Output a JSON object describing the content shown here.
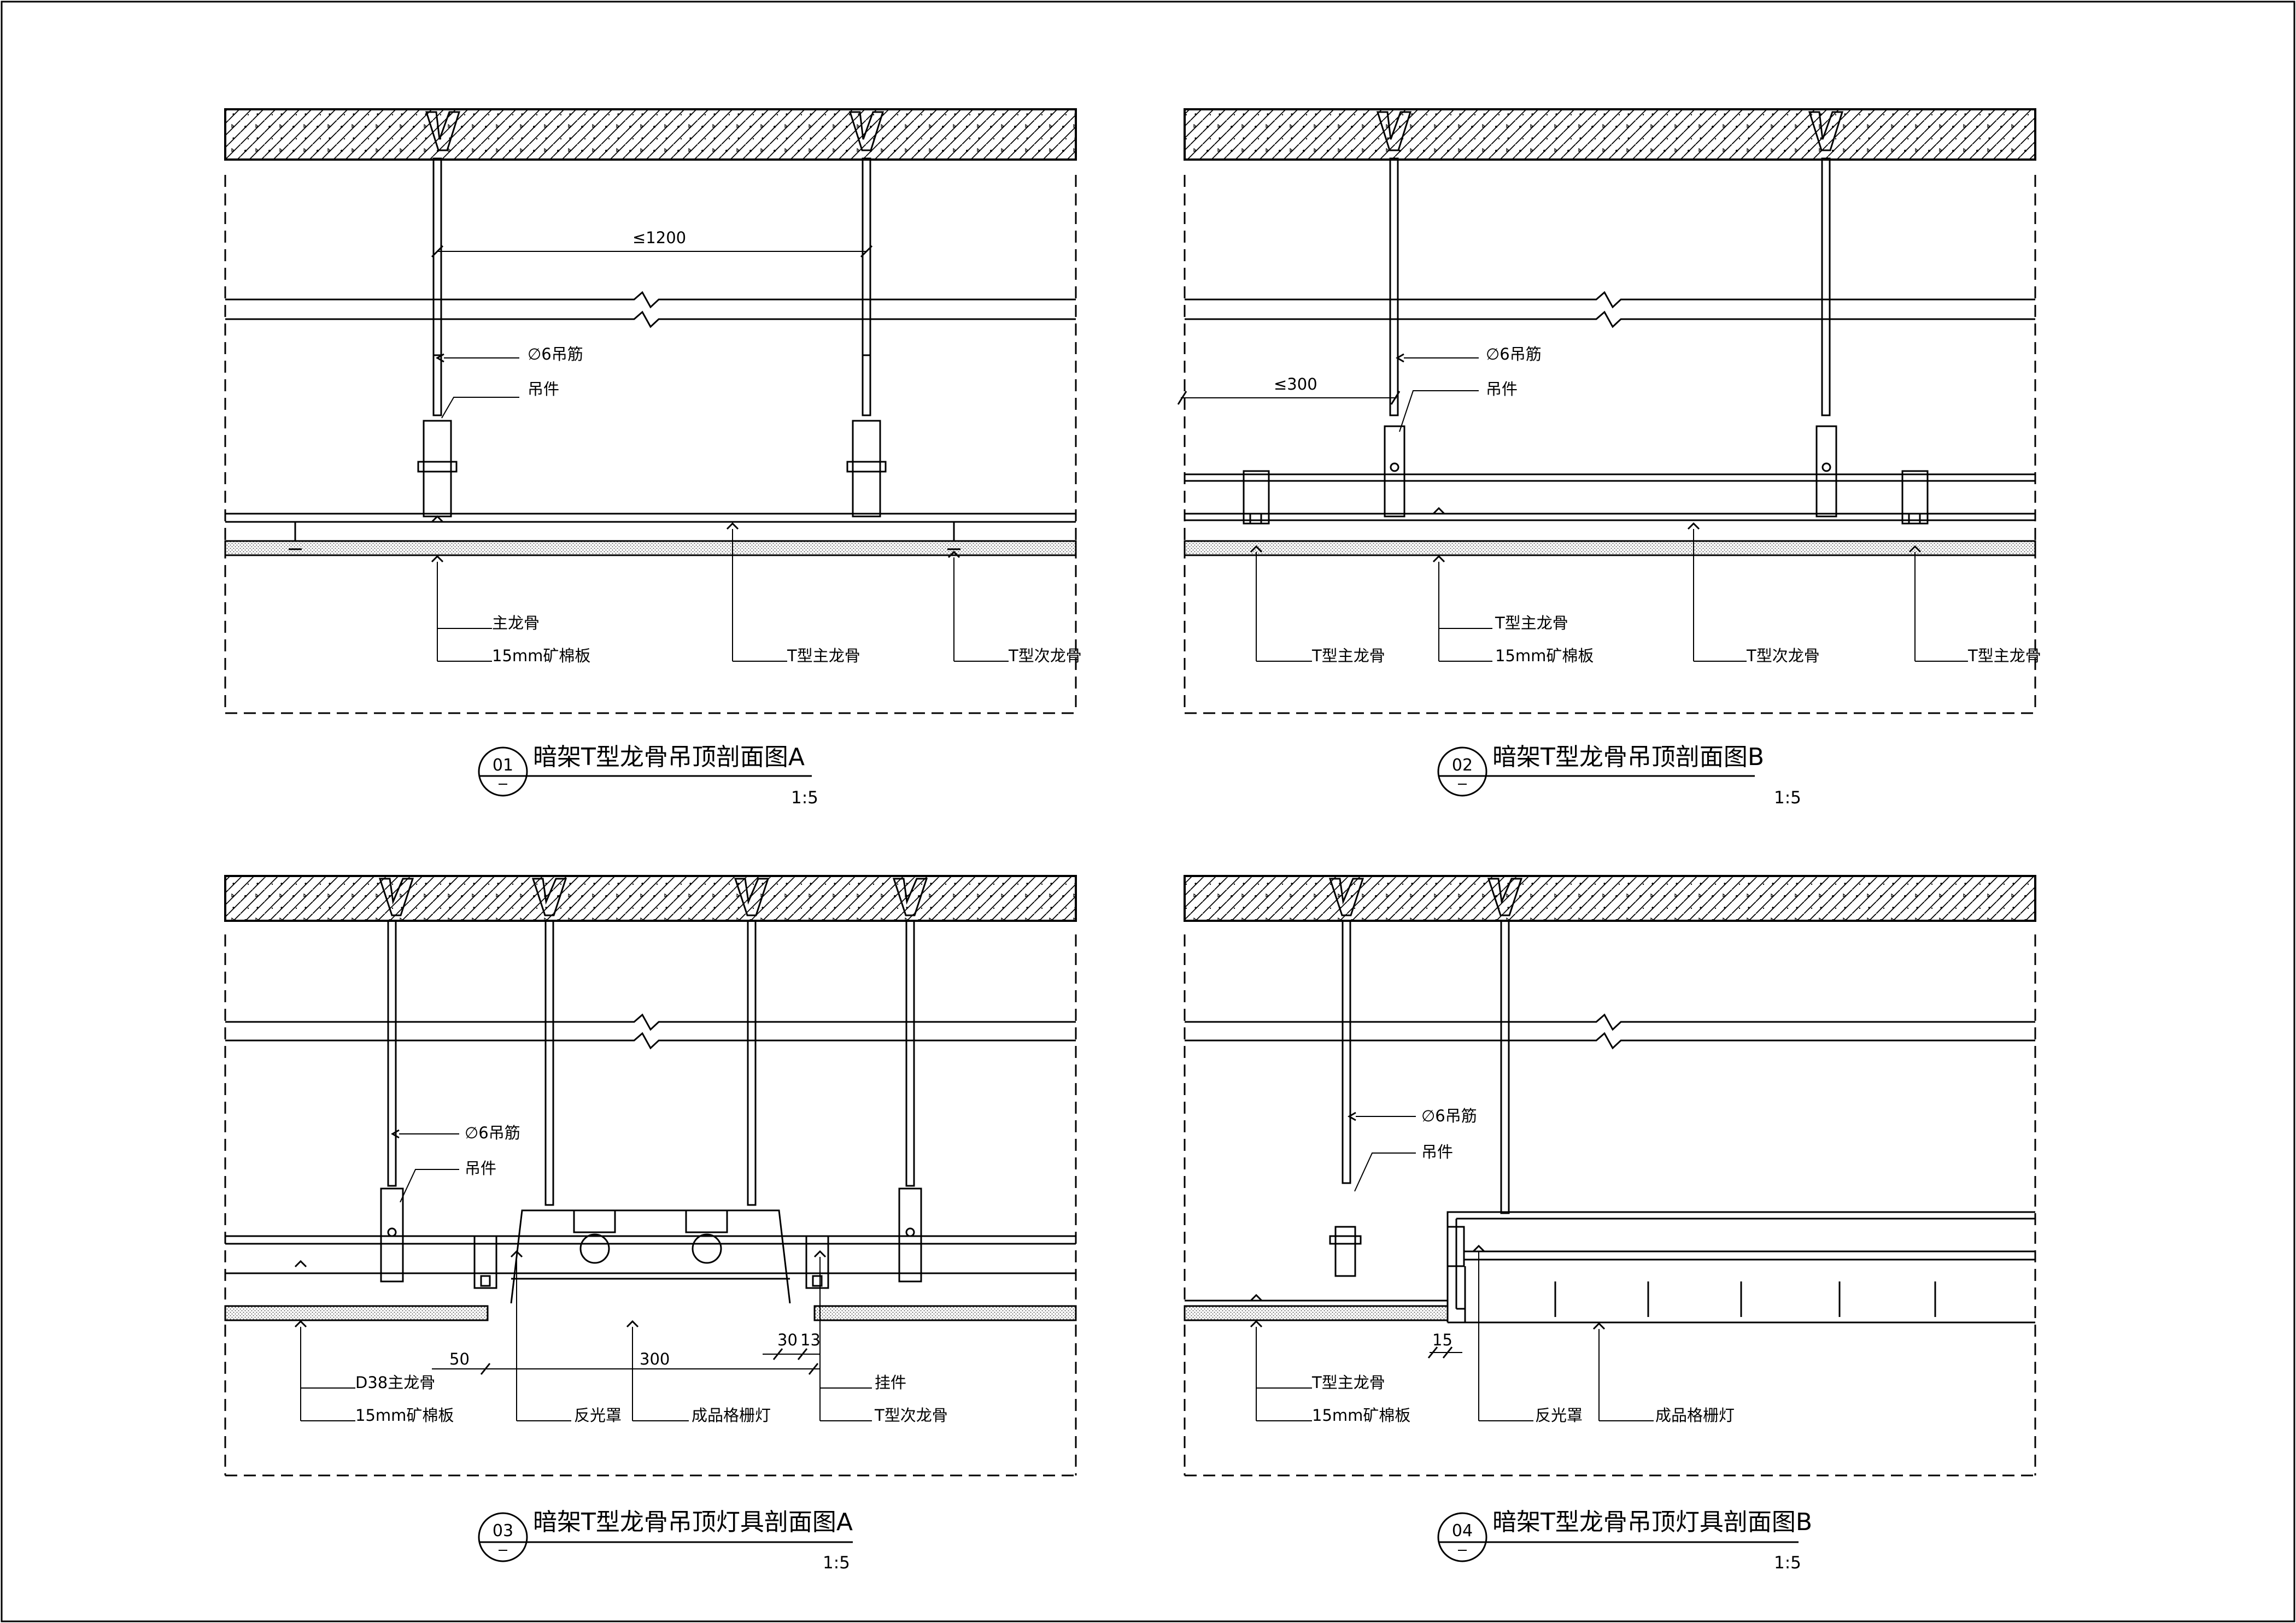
{
  "sheet": {
    "line_color": "#000000",
    "background": "#ffffff"
  },
  "drawings": [
    {
      "id": "01",
      "number": "01",
      "title": "暗架T型龙骨吊顶剖面图A",
      "scale": "1:5",
      "labels": {
        "span": "≤1200",
        "rod": "∅6吊筋",
        "hanger": "吊件",
        "main_keel": "主龙骨",
        "board": "15mm矿棉板",
        "t_main": "T型主龙骨",
        "t_sub": "T型次龙骨"
      }
    },
    {
      "id": "02",
      "number": "02",
      "title": "暗架T型龙骨吊顶剖面图B",
      "scale": "1:5",
      "labels": {
        "span": "≤300",
        "rod": "∅6吊筋",
        "hanger": "吊件",
        "t_main_left": "T型主龙骨",
        "board": "15mm矿棉板",
        "t_sub": "T型次龙骨",
        "t_main_right": "T型主龙骨"
      }
    },
    {
      "id": "03",
      "number": "03",
      "title": "暗架T型龙骨吊顶灯具剖面图A",
      "scale": "1:5",
      "labels": {
        "rod": "∅6吊筋",
        "hanger": "吊件",
        "d38": "D38主龙骨",
        "board": "15mm矿棉板",
        "reflector": "反光罩",
        "grille_light": "成品格栅灯",
        "hook": "挂件",
        "t_sub": "T型次龙骨",
        "dim_50": "50",
        "dim_300": "300",
        "dim_30": "30",
        "dim_13": "13"
      }
    },
    {
      "id": "04",
      "number": "04",
      "title": "暗架T型龙骨吊顶灯具剖面图B",
      "scale": "1:5",
      "labels": {
        "rod": "∅6吊筋",
        "hanger": "吊件",
        "t_main": "T型主龙骨",
        "board": "15mm矿棉板",
        "reflector": "反光罩",
        "grille_light": "成品格栅灯",
        "dim_15": "15"
      }
    }
  ]
}
